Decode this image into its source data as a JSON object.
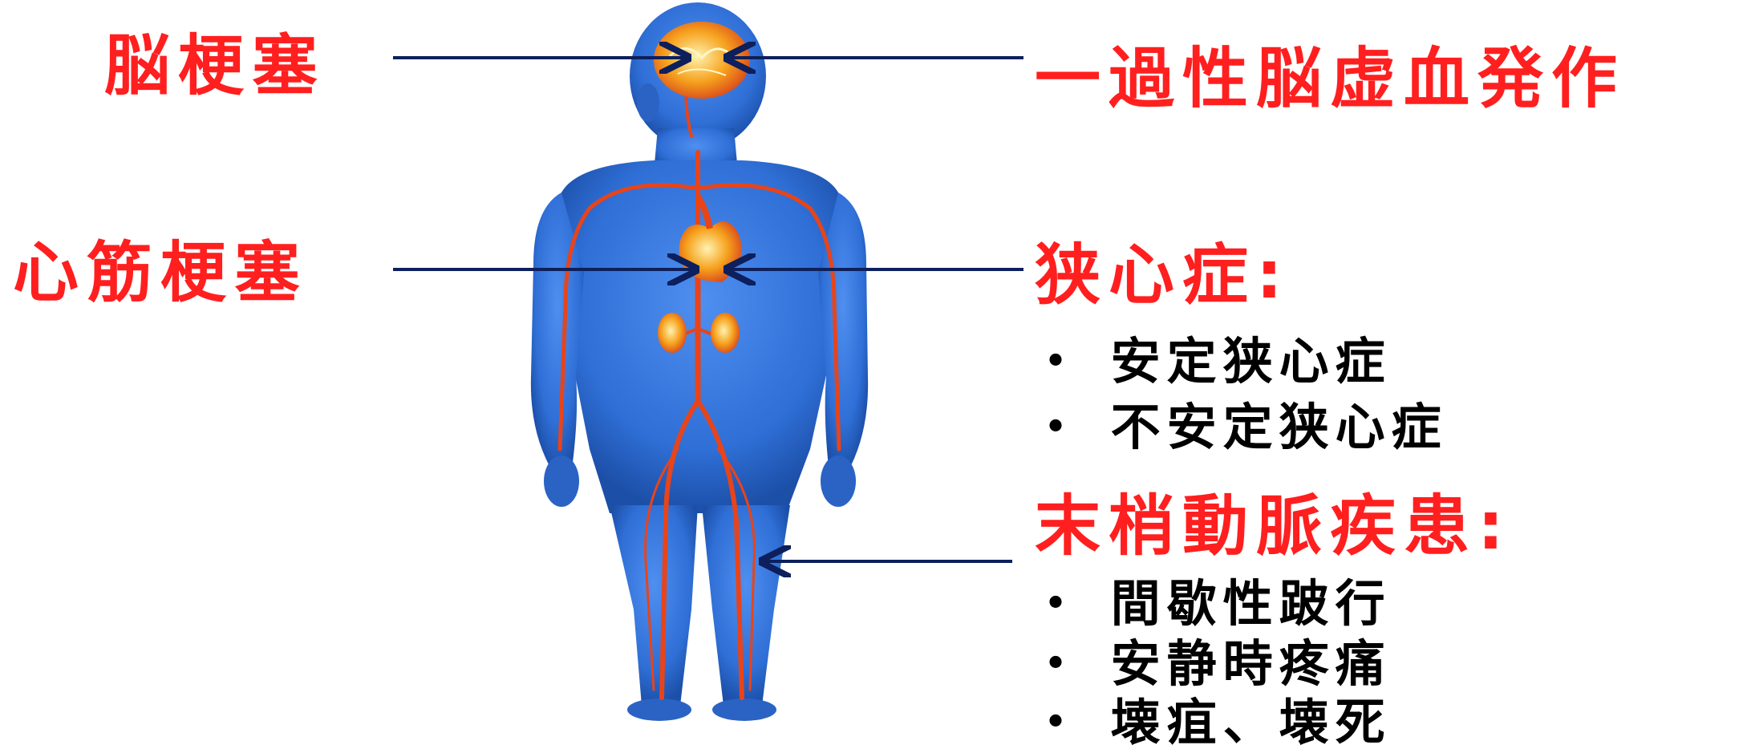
{
  "labels": {
    "cerebral_infarction": "脳梗塞",
    "tia": "一過性脳虚血発作",
    "myocardial_infarction": "心筋梗塞",
    "angina_heading": "狭心症:",
    "angina_items": [
      "・ 安定狭心症",
      "・ 不安定狭心症"
    ],
    "pad_heading": "末梢動脈疾患:",
    "pad_items": [
      "・ 間歇性跛行",
      "・ 安静時疼痛",
      "・ 壊疽、壊死"
    ]
  },
  "colors": {
    "label_red": "#ff1f1f",
    "item_black": "#000000",
    "arrow_navy": "#0d1f5c",
    "body_blue": "#2f6fd6",
    "artery_red": "#e8441a",
    "organ_orange": "#f6a21e"
  },
  "icons": {
    "figure": "human-body-artery-icon",
    "brain": "brain-icon",
    "heart": "heart-icon",
    "kidneys": "kidney-icon"
  }
}
